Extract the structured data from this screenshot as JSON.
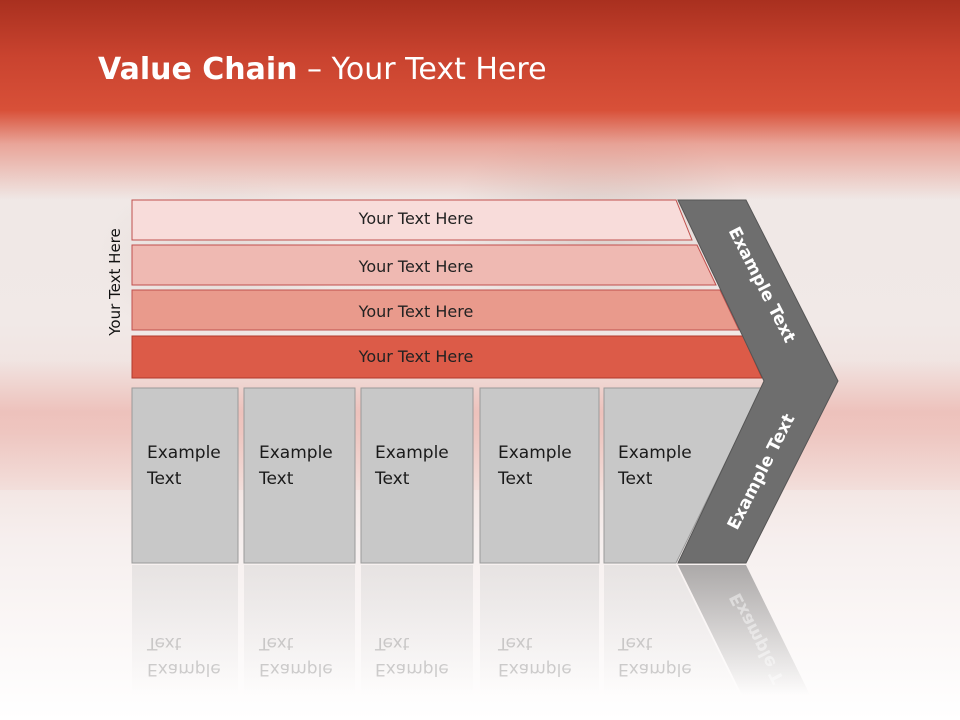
{
  "slide": {
    "title_bold": "Value Chain",
    "title_rest": " – Your Text Here",
    "side_label": "Your Text Here",
    "rows": [
      {
        "label": "Your Text Here",
        "color": "#f8dcda"
      },
      {
        "label": "Your Text Here",
        "color": "#efb9b2"
      },
      {
        "label": "Your Text Here",
        "color": "#e99a8c"
      },
      {
        "label": "Your Text Here",
        "color": "#dc5b48"
      }
    ],
    "cells": [
      {
        "line1": "Example",
        "line2": "Text"
      },
      {
        "line1": "Example",
        "line2": "Text"
      },
      {
        "line1": "Example",
        "line2": "Text"
      },
      {
        "line1": "Example",
        "line2": "Text"
      },
      {
        "line1": "Example",
        "line2": "Text"
      }
    ],
    "chevron_top": "Example Text",
    "chevron_bottom": "Example Text",
    "chevron_reflection": "Example T",
    "colors": {
      "header": "#c9432f",
      "cell_fill": "#c8c8c8",
      "chevron_fill": "#6e6e6e"
    }
  }
}
